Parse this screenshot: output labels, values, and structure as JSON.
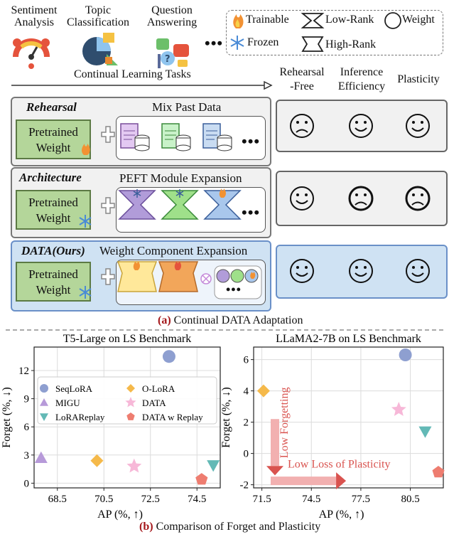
{
  "tasks": [
    {
      "label": "Sentiment\nAnalysis"
    },
    {
      "label": "Topic\nClassification"
    },
    {
      "label": "Question\nAnswering"
    }
  ],
  "task_dots": "•••",
  "tasks_arrow_label": "Continual Learning Tasks",
  "legend": {
    "trainable": "Trainable",
    "frozen": "Frozen",
    "low_rank": "Low-Rank",
    "high_rank": "High-Rank",
    "weight": "Weight"
  },
  "columns": [
    "Rehearsal\n-Free",
    "Inference\nEfficiency",
    "Plasticity"
  ],
  "methods": [
    {
      "title": "Rehearsal",
      "subtitle": "Mix Past Data",
      "pw": "Pretrained\nWeight",
      "faces": [
        "sad",
        "happy",
        "happy"
      ]
    },
    {
      "title": "Architecture",
      "subtitle": "PEFT Module Expansion",
      "pw": "Pretrained\nWeight",
      "faces": [
        "happy",
        "sad",
        "sad"
      ]
    },
    {
      "title": "DATA(Ours)",
      "subtitle": "Weight Component Expansion",
      "pw": "Pretrained\nWeight",
      "faces": [
        "happy",
        "happy",
        "happy"
      ]
    }
  ],
  "ellipsis": "•••",
  "caption_a": {
    "tag": "(a)",
    "text": " Continual DATA Adaptation"
  },
  "caption_b": {
    "tag": "(b)",
    "text": " Comparison of Forget and Plasticity"
  },
  "colors": {
    "green": "#b4d69a",
    "blue_panel": "#cfe2f3",
    "purple": "#b19cd9",
    "green_hg": "#9fe08a",
    "blue_hg": "#a9c7ec",
    "orange": "#f2a65a",
    "yellow": "#ffe89a",
    "marker_blue": "#8e9fd0",
    "marker_orange": "#f5b94a",
    "marker_purple": "#b79ad9",
    "marker_pink": "#f7b8d8",
    "marker_teal": "#63b9b6",
    "marker_red": "#ee7d70"
  },
  "chart_data": [
    {
      "type": "scatter",
      "title": "T5-Large on LS Benchmark",
      "xlabel": "AP (%, ↑)",
      "ylabel": "Forget (%, ↓)",
      "xlim": [
        67.5,
        75.5
      ],
      "ylim": [
        -0.5,
        14.5
      ],
      "xticks": [
        68.5,
        70.5,
        72.5,
        74.5
      ],
      "yticks": [
        0,
        3,
        6,
        9,
        12
      ],
      "grid": true,
      "legend_placement": "top",
      "series": [
        {
          "name": "SeqLoRA",
          "marker": "circle",
          "color": "#8e9fd0",
          "x": 73.3,
          "y": 13.5
        },
        {
          "name": "O-LoRA",
          "marker": "diamond",
          "color": "#f5b94a",
          "x": 70.2,
          "y": 2.4
        },
        {
          "name": "MIGU",
          "marker": "triangle-up",
          "color": "#b79ad9",
          "x": 67.8,
          "y": 2.7
        },
        {
          "name": "DATA",
          "marker": "star",
          "color": "#f7b8d8",
          "x": 71.8,
          "y": 1.8
        },
        {
          "name": "LoRAReplay",
          "marker": "triangle-down",
          "color": "#63b9b6",
          "x": 75.2,
          "y": 1.9
        },
        {
          "name": "DATA w Replay",
          "marker": "pentagon",
          "color": "#ee7d70",
          "x": 74.7,
          "y": 0.4
        }
      ]
    },
    {
      "type": "scatter",
      "title": "LLaMA2-7B on LS Benchmark",
      "xlabel": "AP (%, ↑)",
      "ylabel": "Forget (%, ↓)",
      "xlim": [
        71.0,
        82.5
      ],
      "ylim": [
        -2.2,
        6.8
      ],
      "xticks": [
        71.5,
        74.5,
        77.5,
        80.5
      ],
      "yticks": [
        -2,
        0,
        2,
        4,
        6
      ],
      "grid": true,
      "series": [
        {
          "name": "SeqLoRA",
          "marker": "circle",
          "color": "#8e9fd0",
          "x": 80.2,
          "y": 6.3
        },
        {
          "name": "O-LoRA",
          "marker": "diamond",
          "color": "#f5b94a",
          "x": 71.6,
          "y": 4.0
        },
        {
          "name": "DATA",
          "marker": "star",
          "color": "#f7b8d8",
          "x": 79.8,
          "y": 2.8
        },
        {
          "name": "LoRAReplay",
          "marker": "triangle-down",
          "color": "#63b9b6",
          "x": 81.4,
          "y": 1.4
        },
        {
          "name": "DATA w Replay",
          "marker": "pentagon",
          "color": "#ee7d70",
          "x": 82.2,
          "y": -1.2
        }
      ],
      "annotations": [
        "Low Forgetting",
        "Low Loss of Plasticity"
      ]
    }
  ]
}
